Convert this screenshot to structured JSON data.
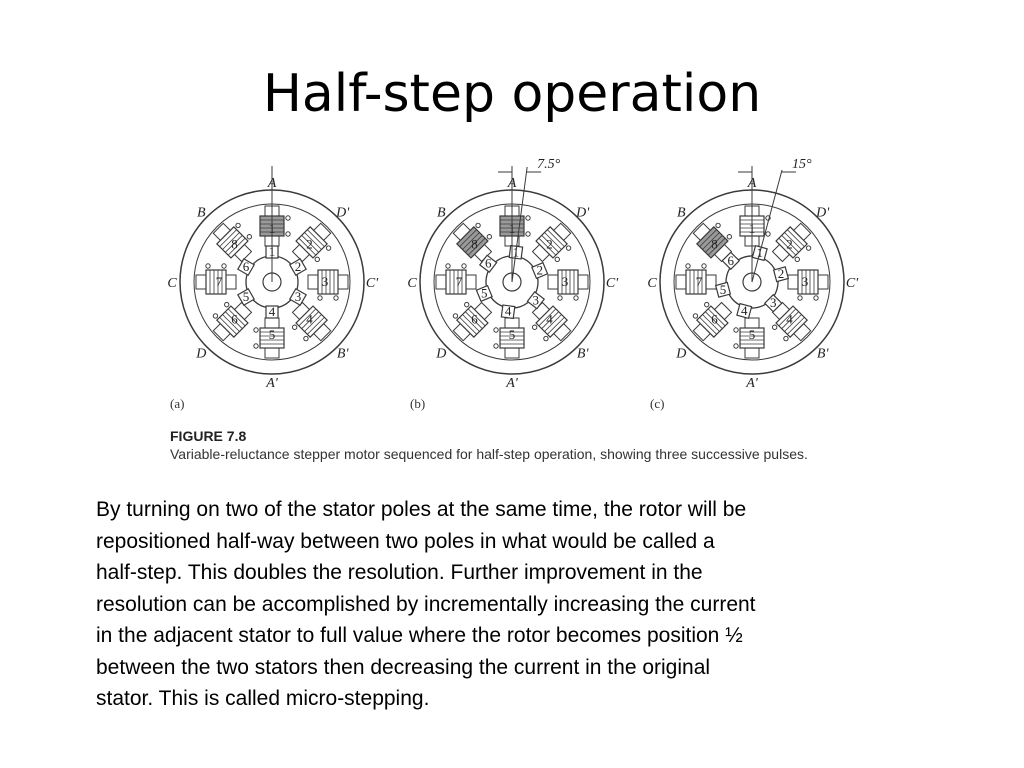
{
  "slide": {
    "title": "Half-step operation",
    "body_lines": [
      "By turning on two of the stator poles at the same time, the rotor will be",
      "repositioned half-way between two poles in what would be called a",
      "half-step.  This doubles the resolution.  Further improvement in the",
      "resolution can be accomplished by incrementally increasing the current",
      "in the adjacent stator to full value where the rotor becomes position ½",
      "between the two stators then decreasing the current in the original",
      "stator.  This is called micro-stepping."
    ]
  },
  "figure": {
    "number": "FIGURE 7.8",
    "caption": "Variable-reluctance stepper motor sequenced for half-step operation, showing three successive pulses.",
    "panels": [
      {
        "label": "(a)",
        "angle_label": "",
        "rotor_angle_deg": 0,
        "energized": [
          "A"
        ]
      },
      {
        "label": "(b)",
        "angle_label": "7.5°",
        "rotor_angle_deg": 7.5,
        "energized": [
          "A",
          "B"
        ]
      },
      {
        "label": "(c)",
        "angle_label": "15°",
        "rotor_angle_deg": 15,
        "energized": [
          "B"
        ]
      }
    ],
    "stator_poles": [
      {
        "name": "A",
        "number": "1"
      },
      {
        "name": "D'",
        "number": "2"
      },
      {
        "name": "C'",
        "number": "3"
      },
      {
        "name": "B'",
        "number": "4"
      },
      {
        "name": "A'",
        "number": "5"
      },
      {
        "name": "D",
        "number": "6"
      },
      {
        "name": "C",
        "number": "7"
      },
      {
        "name": "B",
        "number": "8"
      }
    ],
    "rotor_teeth": [
      "1",
      "2",
      "3",
      "4",
      "5",
      "6"
    ],
    "colors": {
      "line": "#3a3a3a",
      "energized_fill": "#9a9a9a"
    }
  }
}
